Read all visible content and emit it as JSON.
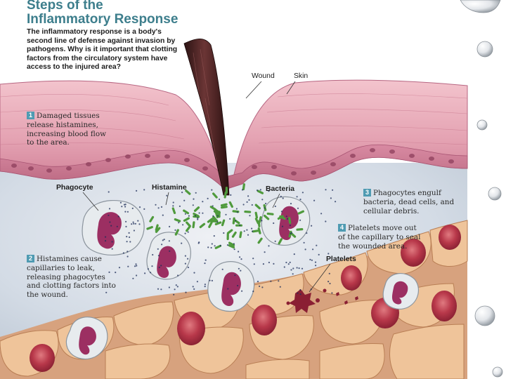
{
  "title": {
    "line1": "Steps of the",
    "line2": "Inflammatory Response"
  },
  "intro": "The inflammatory response is a body's second line of defense against invasion by pathogens. Why is it important that clotting factors from the circulatory system have access to the injured area?",
  "steps": [
    {
      "num": "1",
      "text": "Damaged tissues release histamines, increasing blood flow to the area."
    },
    {
      "num": "2",
      "text": "Histamines cause capillaries to leak, releasing phagocytes and clotting factors into the wound."
    },
    {
      "num": "3",
      "text": "Phagocytes engulf bacteria, dead cells, and cellular debris."
    },
    {
      "num": "4",
      "text": "Platelets move out of the capillary to seal the wounded area."
    }
  ],
  "labels": {
    "wound": "Wound",
    "skin": "Skin",
    "phagocyte": "Phagocyte",
    "histamine": "Histamine",
    "bacteria": "Bacteria",
    "platelets": "Platelets"
  },
  "colors": {
    "skin": "#e3a4b0",
    "skin_dark": "#c56f87",
    "tissue_fluid": "#d6dde6",
    "capillary_cell": "#efc49a",
    "red_blood_cell": "#b8384a",
    "phagocyte_nucleus": "#9c2f62",
    "bacteria": "#4f9a3c",
    "title": "#3d7e8c",
    "step_badge": "#4f9bb2"
  }
}
